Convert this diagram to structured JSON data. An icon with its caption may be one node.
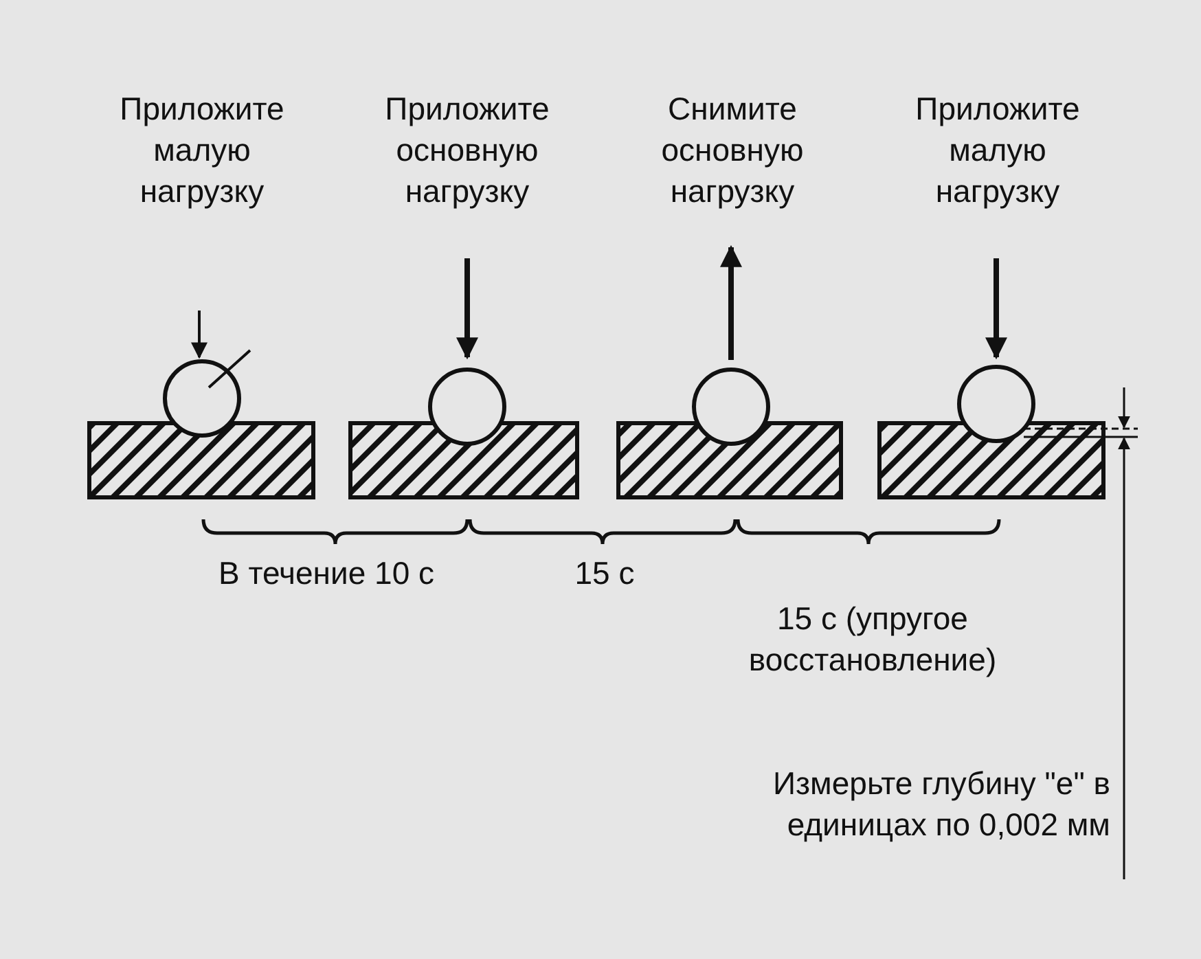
{
  "diagram": {
    "labels": [
      "Приложите малую нагрузку",
      "Приложите основную нагрузку",
      "Снимите основную нагрузку",
      "Приложите малую нагрузку",
      "В течение 10 с",
      "15 с",
      "15 с (упругое восстановление)",
      "Измерьте глубину \"е\" в единицах по 0,002 мм"
    ]
  }
}
